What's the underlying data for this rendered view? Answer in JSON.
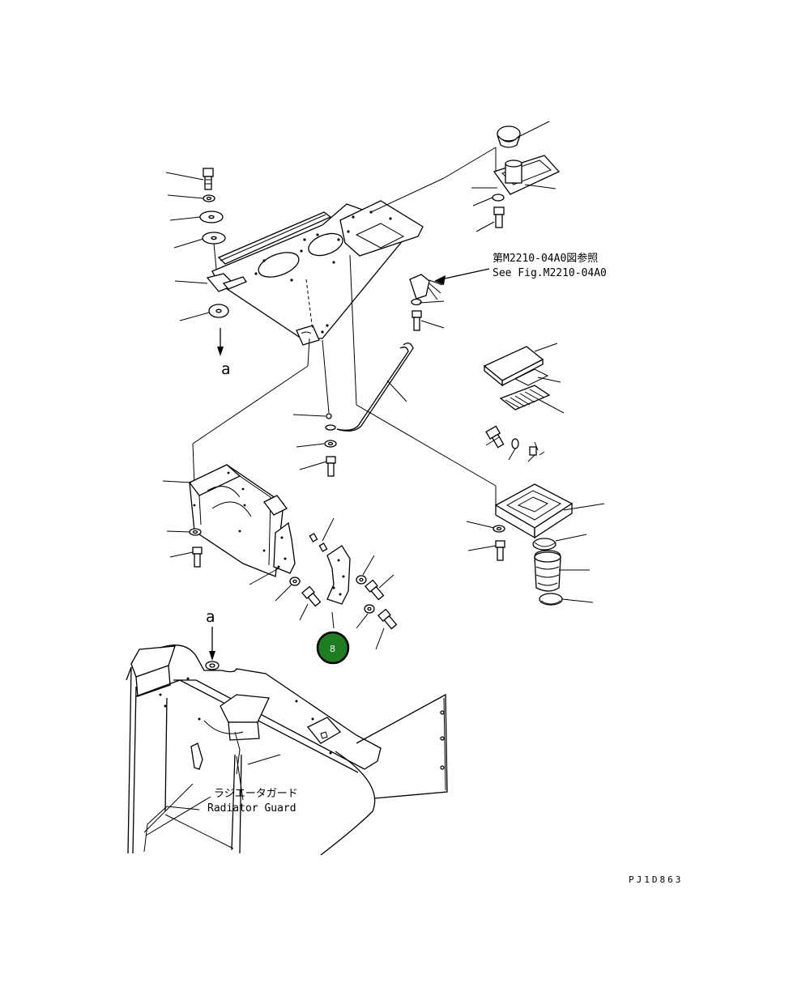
{
  "reference_note": {
    "jp": "第M2210-04A0図参照",
    "en": "See Fig.M2210-04A0"
  },
  "radiator_guard_label": {
    "jp": "ラジエータガード",
    "en": "Radiator Guard"
  },
  "view_marker_top": "a",
  "view_marker_bottom": "a",
  "drawing_code": "PJ1D863",
  "badge": {
    "label": "8",
    "color": "#1e7d1e"
  }
}
